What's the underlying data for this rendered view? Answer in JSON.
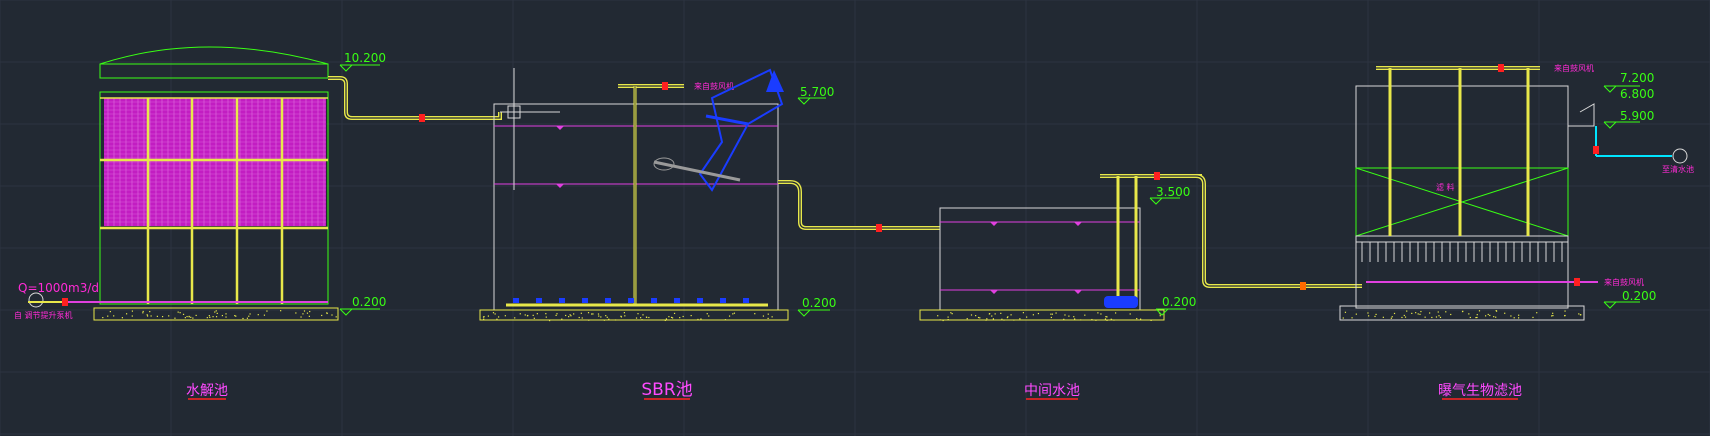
{
  "colors": {
    "background": "#222933",
    "grid": "#2c3440",
    "outline": "#d8d8d8",
    "pipe": "#e8e84a",
    "water_line": "#e040e0",
    "media_fill": "#c21dc2",
    "elevation_text": "#39ff14",
    "title_text": "#ff4aff",
    "title_underline": "#ff2222",
    "aux_pipe": "#00e5ff",
    "valve": "#ff2020",
    "blue_equipment": "#1a3cff"
  },
  "units": {
    "hydrolysis": {
      "title": "水解池",
      "elevation_top": "10.200",
      "elevation_bottom": "0.200",
      "flow_label": "Q=1000m3/d",
      "inlet_note": "自 调节提升泵机"
    },
    "sbr": {
      "title": "SBR池",
      "elevation_top": "5.700",
      "elevation_bottom": "0.200",
      "air_note": "来自鼓风机"
    },
    "intermediate": {
      "title": "中间水池",
      "elevation_top": "3.500",
      "elevation_bottom": "0.200"
    },
    "baf": {
      "title": "曝气生物滤池",
      "elevation_1": "7.200",
      "elevation_2": "6.800",
      "elevation_3": "5.900",
      "elevation_bottom": "0.200",
      "air_note_top": "来自鼓风机",
      "air_note_side": "来自鼓风机",
      "outlet_note": "至清水池",
      "media_label": "滤 料"
    }
  }
}
